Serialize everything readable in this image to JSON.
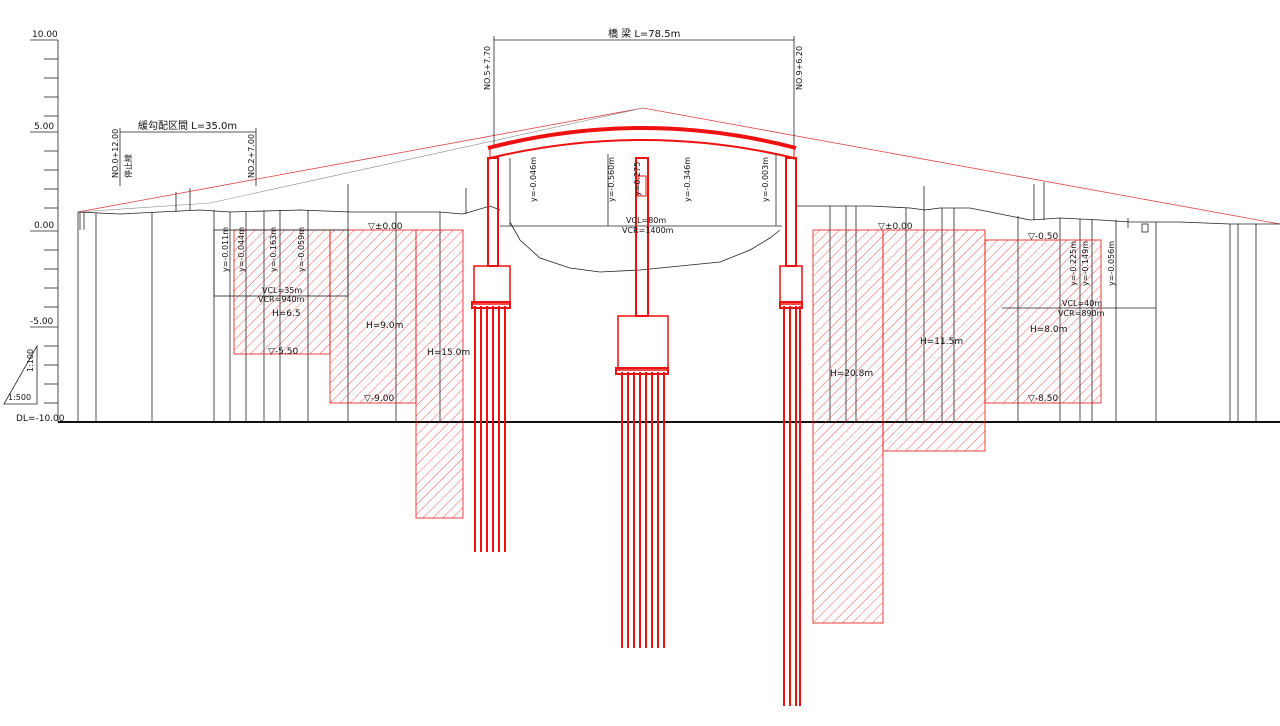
{
  "bridge": {
    "title": "橋 梁 L=78.5m",
    "left_station": "NO.5+7.70",
    "right_station": "NO.9+6.20"
  },
  "scale_axis": {
    "ticks": [
      "10.00",
      "5.00",
      "0.00",
      "-5.00",
      "DL=-10.00"
    ],
    "ratio_vertical": "1:100",
    "ratio_horizontal": "1:500"
  },
  "gentle_grade": {
    "label": "緩勾配区間 L=35.0m",
    "left_station": "NO.0+12.00",
    "stop_line": "停止線",
    "right_station": "NO.2+7.00"
  },
  "offsets": {
    "bridge": [
      "y=-0.046m",
      "y=-0.560m",
      "y=0.275",
      "y=-0.346m",
      "y=-0.003m"
    ],
    "left": [
      "y=-0.011m",
      "y=-0.044m",
      "y=-0.163m",
      "y=-0.059m"
    ],
    "right": [
      "y=-0.225m",
      "y=-0.149m",
      "y=-0.056m"
    ]
  },
  "curves": {
    "left": {
      "vcl": "VCL=35m",
      "vcr": "VCR=940m"
    },
    "bridge": {
      "vcl": "VCL=80m",
      "vcr": "VCR=1400m"
    },
    "right": {
      "vcl": "VCL=40m",
      "vcr": "VCR=890m"
    }
  },
  "excavation": {
    "left": {
      "level_top": "▽±0.00",
      "h1": "H=6.5",
      "level1": "▽-5.50",
      "h2": "H=9.0m",
      "level2": "▽-9.00",
      "h3": "H=15.0m"
    },
    "right": {
      "level_top": "▽±0.00",
      "h1": "H=20.8m",
      "h2": "H=11.5m",
      "level3": "▽-0.50",
      "h3": "H=8.0m",
      "level4": "▽-8.50"
    }
  },
  "colors": {
    "structure": "#e11111",
    "ground": "#222222"
  }
}
